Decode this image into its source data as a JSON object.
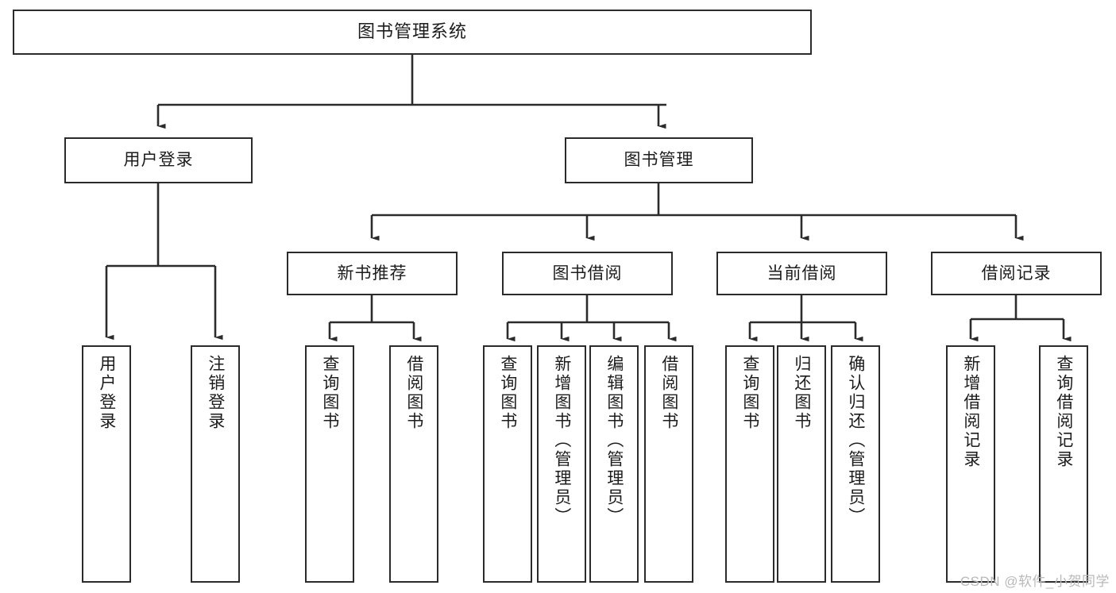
{
  "diagram": {
    "type": "tree-hierarchy-diagram",
    "title": "图书管理系统",
    "colors": {
      "stroke": "#2b2b2b",
      "fill": "#ffffff",
      "text": "#1c1c1c",
      "watermark": "#b9b9b9"
    },
    "root": {
      "label": "图书管理系统"
    },
    "level2": [
      {
        "id": "user-login",
        "label": "用户登录"
      },
      {
        "id": "book-manage",
        "label": "图书管理"
      }
    ],
    "level3": [
      {
        "id": "new-book-recommend",
        "label": "新书推荐",
        "parent": "book-manage"
      },
      {
        "id": "book-borrow",
        "label": "图书借阅",
        "parent": "book-manage"
      },
      {
        "id": "current-borrow",
        "label": "当前借阅",
        "parent": "book-manage"
      },
      {
        "id": "borrow-record",
        "label": "借阅记录",
        "parent": "book-manage"
      }
    ],
    "leaves": {
      "user-login": [
        {
          "id": "leaf-user-login",
          "label": "用户登录"
        },
        {
          "id": "leaf-logout-login",
          "label": "注销登录"
        }
      ],
      "new-book-recommend": [
        {
          "id": "leaf-query-book-1",
          "label": "查询图书"
        },
        {
          "id": "leaf-borrow-book-1",
          "label": "借阅图书"
        }
      ],
      "book-borrow": [
        {
          "id": "leaf-query-book-2",
          "label": "查询图书"
        },
        {
          "id": "leaf-add-book-admin",
          "label": "新增图书（管理员）"
        },
        {
          "id": "leaf-edit-book-admin",
          "label": "编辑图书（管理员）"
        },
        {
          "id": "leaf-borrow-book-2",
          "label": "借阅图书"
        }
      ],
      "current-borrow": [
        {
          "id": "leaf-query-book-3",
          "label": "查询图书"
        },
        {
          "id": "leaf-return-book",
          "label": "归还图书"
        },
        {
          "id": "leaf-confirm-return-admin",
          "label": "确认归还（管理员）"
        }
      ],
      "borrow-record": [
        {
          "id": "leaf-add-borrow-record",
          "label": "新增借阅记录"
        },
        {
          "id": "leaf-query-borrow-record",
          "label": "查询借阅记录"
        }
      ]
    }
  },
  "watermark": {
    "text": "CSDN @软件_小贺同学"
  }
}
